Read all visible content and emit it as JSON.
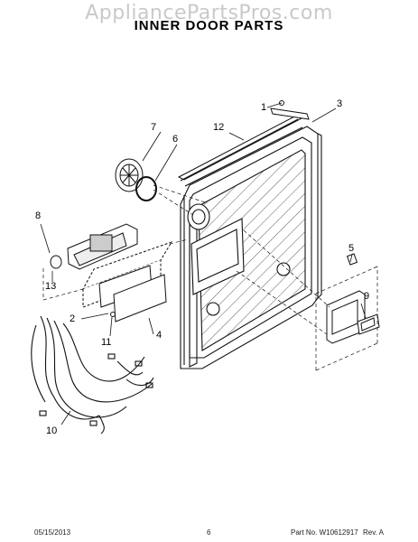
{
  "watermark": "AppliancePartsPros.com",
  "title": "INNER DOOR PARTS",
  "callouts": {
    "c1": "1",
    "c2": "2",
    "c3": "3",
    "c4": "4",
    "c5": "5",
    "c6": "6",
    "c7": "7",
    "c8": "8",
    "c9": "9",
    "c10": "10",
    "c11": "11",
    "c12": "12",
    "c13": "13"
  },
  "footer": {
    "date": "05/15/2013",
    "page": "6",
    "part_number": "Part No. W10612917",
    "revision": "Rev. A"
  }
}
